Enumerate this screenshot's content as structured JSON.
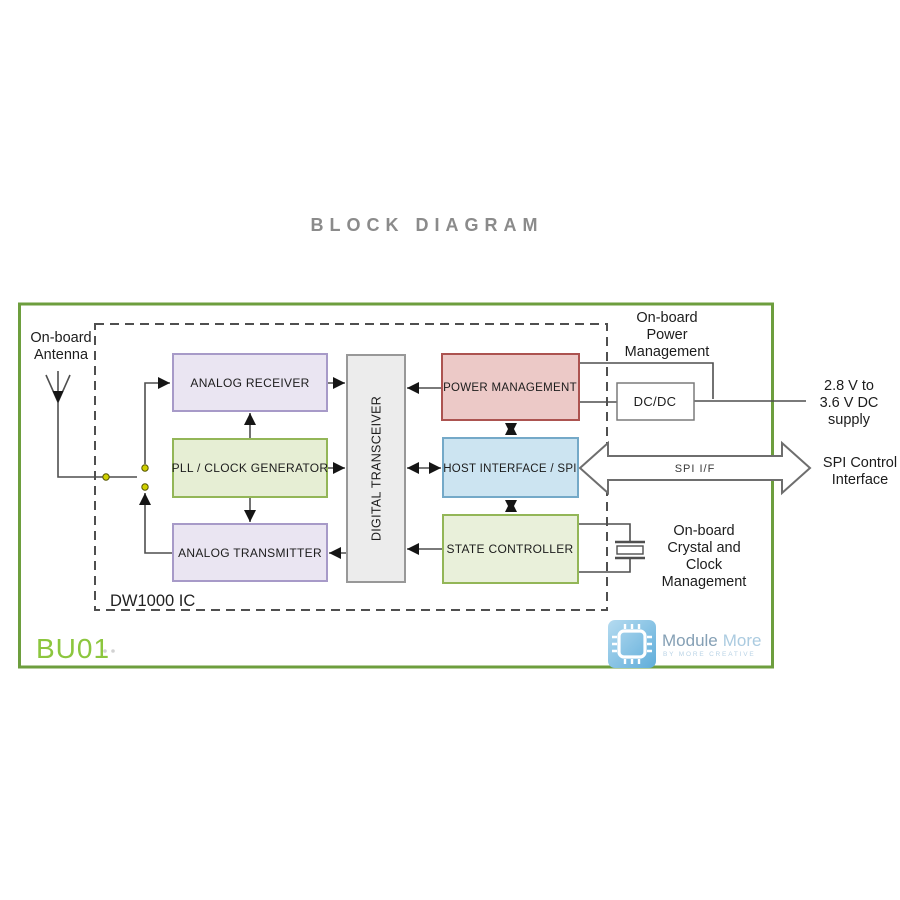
{
  "title": "BLOCK DIAGRAM",
  "module": {
    "name": "BU01",
    "chip_label": "DW1000 IC"
  },
  "blocks": {
    "analog_receiver": "ANALOG RECEIVER",
    "pll_clock_generator": "PLL / CLOCK GENERATOR",
    "analog_transmitter": "ANALOG TRANSMITTER",
    "digital_transceiver": "DIGITAL TRANSCEIVER",
    "power_management": "POWER MANAGEMENT",
    "host_interface_spi": "HOST INTERFACE / SPI",
    "state_controller": "STATE CONTROLLER",
    "dcdc": "DC/DC"
  },
  "annotations": {
    "antenna": {
      "lines": [
        "On-board",
        "Antenna"
      ]
    },
    "power": {
      "lines": [
        "On-board",
        "Power",
        "Management"
      ]
    },
    "supply": {
      "lines": [
        "2.8 V to",
        "3.6 V DC",
        "supply"
      ]
    },
    "spi_bus": "SPI I/F",
    "spi_control": {
      "lines": [
        "SPI Control",
        "Interface"
      ]
    },
    "crystal": {
      "lines": [
        "On-board",
        "Crystal and",
        "Clock",
        "Management"
      ]
    }
  },
  "logo": {
    "brand_primary": "Module",
    "brand_secondary": "More",
    "tagline": "BY MORE CREATIVE"
  },
  "colors": {
    "title_gray": "#8b8b8b",
    "outline_green": "#6d9e3e",
    "brand_green": "#8cc63e",
    "purple_fill": "#eae5f2",
    "green_fill": "#e6eed4",
    "state_green_fill": "#e9f0da",
    "red_fill": "#ecc9c7",
    "blue_fill": "#cce4f1",
    "gray_fill": "#ececec",
    "white_fill": "#ffffff",
    "line_gray": "#4f4f4f",
    "logo_blue_light": "#b5dbf0",
    "logo_blue_dark": "#5fadda",
    "brand_text_primary": "#85a0b5",
    "brand_text_secondary": "#abcbe0"
  }
}
